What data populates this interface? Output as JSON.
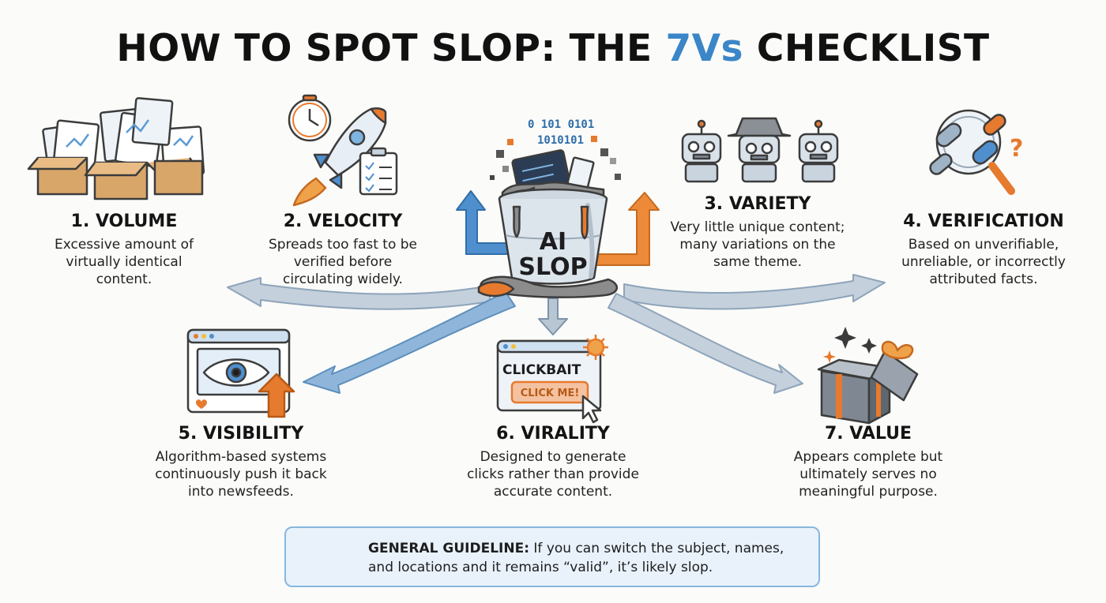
{
  "title": {
    "prefix": "HOW TO SPOT SLOP: THE ",
    "accent": "7Vs",
    "suffix": " CHECKLIST"
  },
  "center": {
    "line1": "AI",
    "line2": "SLOP",
    "binary": [
      "0 101 0101",
      "1010101"
    ]
  },
  "items": [
    {
      "heading": "1. VOLUME",
      "lines": [
        "Excessive amount of",
        "virtually identical",
        "content."
      ]
    },
    {
      "heading": "2. VELOCITY",
      "lines": [
        "Spreads too fast to be",
        "verified before",
        "circulating widely."
      ]
    },
    {
      "heading": "3. VARIETY",
      "lines": [
        "Very little unique content;",
        "many variations on the",
        "same theme."
      ]
    },
    {
      "heading": "4. VERIFICATION",
      "lines": [
        "Based on unverifiable,",
        "unreliable, or incorrectly",
        "attributed facts."
      ]
    },
    {
      "heading": "5. VISIBILITY",
      "lines": [
        "Algorithm-based systems",
        "continuously push it back",
        "into newsfeeds."
      ]
    },
    {
      "heading": "6. VIRALITY",
      "lines": [
        "Designed to generate",
        "clicks rather than provide",
        "accurate content."
      ]
    },
    {
      "heading": "7. VALUE",
      "lines": [
        "Appears complete but",
        "ultimately serves no",
        "meaningful purpose."
      ]
    }
  ],
  "clickbait": {
    "label": "CLICKBAIT",
    "button": "CLICK ME!"
  },
  "guideline": {
    "label": "GENERAL GUIDELINE:",
    "text": "If you can switch the subject, names, and locations and it remains “valid”, it’s likely slop."
  },
  "colors": {
    "accent": "#3a86c8",
    "orange": "#e67a2e",
    "arrow_blue": "#5d93c6",
    "arrow_gray": "#b8c6d4",
    "guide_bg": "#e9f2fa",
    "guide_border": "#86b7df"
  },
  "icons": {
    "volume": "stacked-boxes-icon",
    "velocity": "rocket-clock-checklist-icon",
    "center": "ai-slop-bucket-icon",
    "variety": "identical-robots-icon",
    "verification": "broken-chain-magnifier-icon",
    "visibility": "eye-feed-window-icon",
    "virality": "clickbait-window-icon",
    "value": "empty-gift-box-icon",
    "guideline": "swap-person-location-icon"
  }
}
